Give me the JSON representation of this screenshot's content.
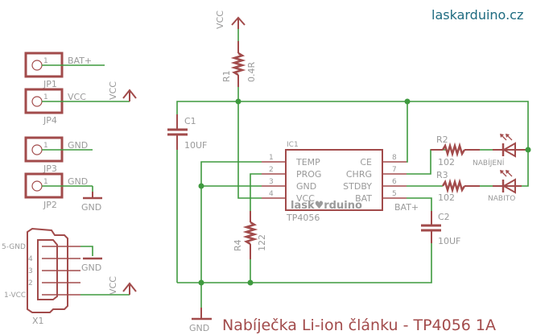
{
  "brand": "laskarduino.cz",
  "title": "Nabíječka Li-ion článku - TP4056 1A",
  "colors": {
    "wire": "#3f9a3f",
    "part": "#a24b4b",
    "label": "#9a9a9a",
    "brand": "#1e6b80"
  },
  "connectors": {
    "jp1": {
      "name": "JP1",
      "pin": "1",
      "net": "BAT+"
    },
    "jp4": {
      "name": "JP4",
      "pin": "1",
      "net": "VCC",
      "supply": "VCC"
    },
    "jp3": {
      "name": "JP3",
      "pin": "1",
      "net": "GND"
    },
    "jp2": {
      "name": "JP2",
      "pin": "1",
      "net": "GND",
      "supply": "GND"
    },
    "x1": {
      "name": "X1",
      "pins": [
        "5-GND",
        "4",
        "3",
        "2",
        "1-VCC"
      ],
      "gnd": "GND",
      "vcc": "VCC"
    }
  },
  "r1": {
    "name": "R1",
    "value": "0.4R",
    "supply": "VCC"
  },
  "c1": {
    "name": "C1",
    "value": "10UF"
  },
  "c2": {
    "name": "C2",
    "value": "10UF"
  },
  "r4": {
    "name": "R4",
    "value": "122"
  },
  "r2": {
    "name": "R2",
    "value": "102"
  },
  "r3": {
    "name": "R3",
    "value": "102"
  },
  "led1": {
    "name": "NABÍJENÍ"
  },
  "led2": {
    "name": "NABITO"
  },
  "ic": {
    "ref": "IC1",
    "name": "TP4056",
    "watermark": "lask♥rduino",
    "left_pins": [
      {
        "num": "1",
        "label": "TEMP"
      },
      {
        "num": "2",
        "label": "PROG"
      },
      {
        "num": "3",
        "label": "GND"
      },
      {
        "num": "4",
        "label": "VCC"
      }
    ],
    "right_pins": [
      {
        "num": "8",
        "label": "CE"
      },
      {
        "num": "7",
        "label": "CHRG"
      },
      {
        "num": "6",
        "label": "STDBY"
      },
      {
        "num": "5",
        "label": "BAT"
      }
    ],
    "bat_net": "BAT+"
  },
  "gnd_label": "GND"
}
